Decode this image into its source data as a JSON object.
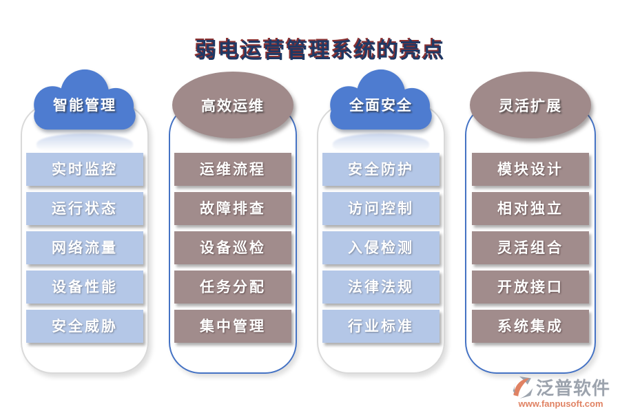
{
  "title": "弱电运营管理系统的亮点",
  "colors": {
    "title_text": "#1F3864",
    "title_shadow": "#8B3232",
    "cloud_blue": "#4E7CD0",
    "item_blue": "#B4C7E7",
    "ellipse_mauve": "#A08A8A",
    "item_mauve": "#A18C8C",
    "border_gray": "#D9D9D9",
    "border_blue": "#4472C4",
    "brand_gray": "#9CA3AD",
    "url_orange": "#E08263"
  },
  "columns": [
    {
      "header": "智能管理",
      "shape": "cloud",
      "items": [
        "实时监控",
        "运行状态",
        "网络流量",
        "设备性能",
        "安全威胁"
      ]
    },
    {
      "header": "高效运维",
      "shape": "ellipse",
      "items": [
        "运维流程",
        "故障排查",
        "设备巡检",
        "任务分配",
        "集中管理"
      ]
    },
    {
      "header": "全面安全",
      "shape": "cloud",
      "items": [
        "安全防护",
        "访问控制",
        "入侵检测",
        "法律法规",
        "行业标准"
      ]
    },
    {
      "header": "灵活扩展",
      "shape": "ellipse",
      "items": [
        "模块设计",
        "相对独立",
        "灵活组合",
        "开放接口",
        "系统集成"
      ]
    }
  ],
  "watermark": {
    "brand": "泛普软件",
    "url": "www.fanpusoft.com"
  }
}
